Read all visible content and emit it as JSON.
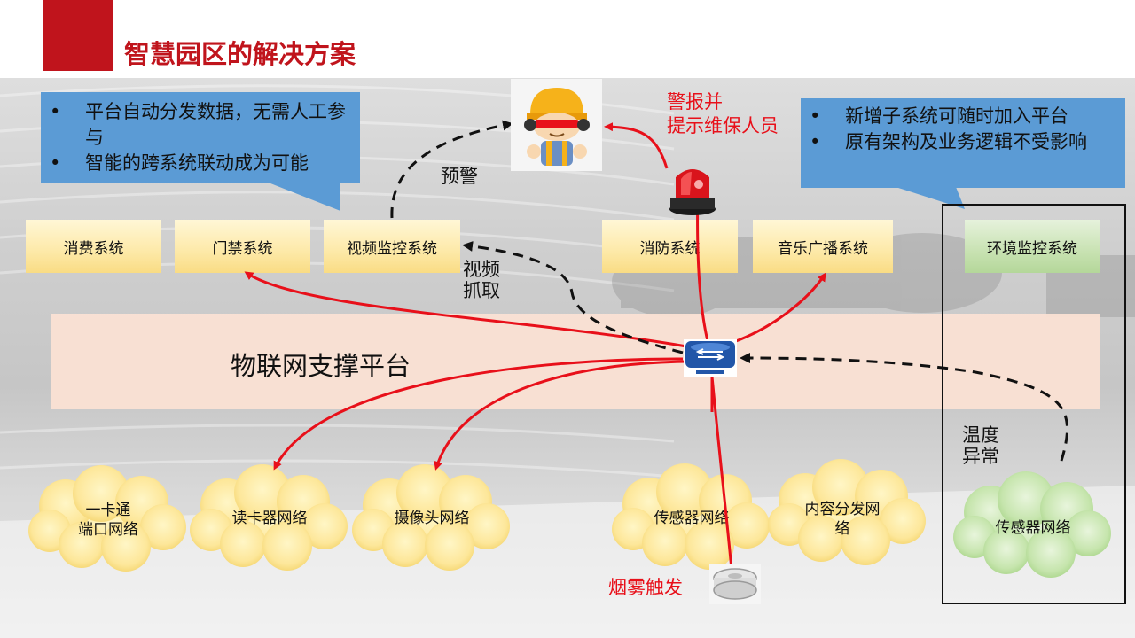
{
  "title": "智慧园区的解决方案",
  "callout_left": {
    "items": [
      "平台自动分发数据，无需人工参与",
      "智能的跨系统联动成为可能"
    ]
  },
  "callout_right": {
    "items": [
      "新增子系统可随时加入平台",
      "原有架构及业务逻辑不受影响"
    ]
  },
  "systems": {
    "consume": "消费系统",
    "access": "门禁系统",
    "video": "视频监控系统",
    "fire": "消防系统",
    "music": "音乐广播系统",
    "env": "环境监控系统"
  },
  "platform": "物联网支撑平台",
  "networks": {
    "card_line1": "一卡通",
    "card_line2": "端口网络",
    "reader": "读卡器网络",
    "camera": "摄像头网络",
    "sensor": "传感器网络",
    "content_line1": "内容分发网",
    "content_line2": "络",
    "env_sensor": "传感器网络"
  },
  "annotations": {
    "warning": "预警",
    "video_line1": "视频",
    "video_line2": "抓取",
    "alarm_line1": "警报并",
    "alarm_line2": "提示维保人员",
    "temp_line1": "温度",
    "temp_line2": "异常",
    "smoke": "烟雾触发"
  },
  "colors": {
    "accent_red": "#c0141c",
    "arrow_red": "#e8101a",
    "callout_blue": "#5b9bd5",
    "box_yellow": "#fde9a8",
    "box_green": "#c8e2b2",
    "platform": "#fce2d4",
    "cloud_yellow": "#fdeaa0",
    "cloud_green": "#c6e5ad"
  },
  "icons": [
    "worker-icon",
    "alarm-light-icon",
    "router-hub-icon",
    "smoke-detector-icon"
  ]
}
